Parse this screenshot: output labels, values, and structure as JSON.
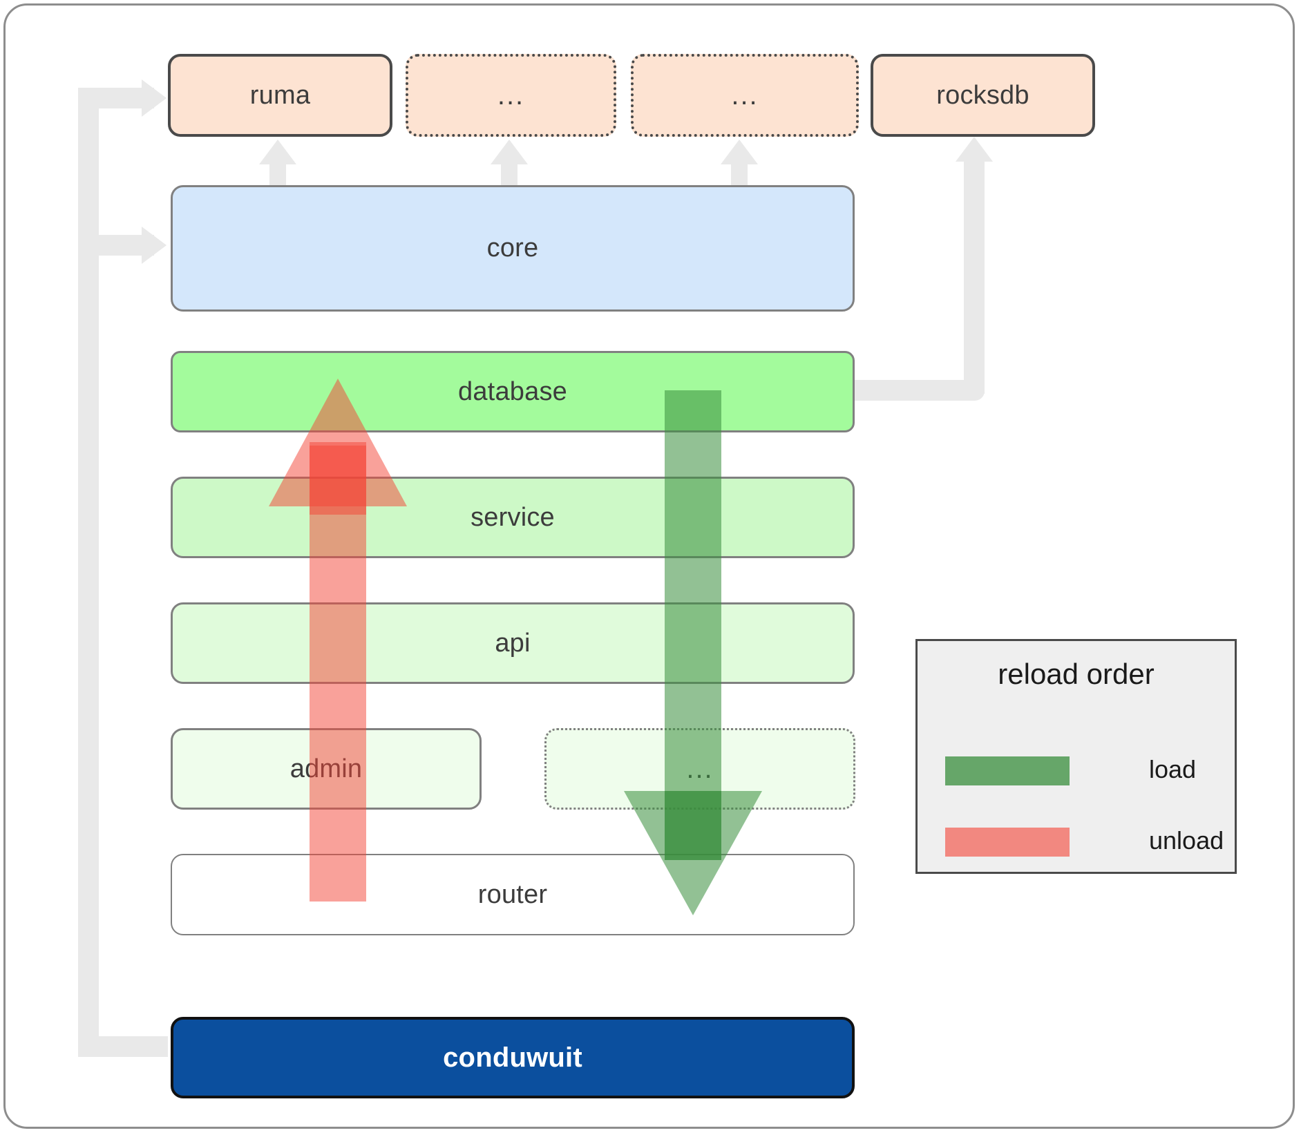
{
  "diagram": {
    "title": "conduwuit crate layer / reload order diagram",
    "colors": {
      "dependency_fill": "#fde3d2",
      "core_fill": "#d4e7fb",
      "database_fill": "#a3fb9c",
      "service_fill": "#cdf9c7",
      "api_fill": "#e0fbdb",
      "admin_fill": "#effdec",
      "router_fill": "#ffffff",
      "root_fill": "#0b4f9e",
      "connector_gray": "#e9e9e9",
      "load_green": "#388e3c",
      "unload_red": "#f44336",
      "legend_bg": "#efefef"
    },
    "dependencies": [
      {
        "id": "ruma",
        "label": "ruma",
        "style": "solid"
      },
      {
        "id": "dep2",
        "label": "...",
        "style": "dotted"
      },
      {
        "id": "dep3",
        "label": "...",
        "style": "dotted"
      },
      {
        "id": "rocksdb",
        "label": "rocksdb",
        "style": "solid"
      }
    ],
    "layers": [
      {
        "id": "core",
        "label": "core",
        "style": "solid"
      },
      {
        "id": "database",
        "label": "database",
        "style": "solid"
      },
      {
        "id": "service",
        "label": "service",
        "style": "solid"
      },
      {
        "id": "api",
        "label": "api",
        "style": "solid"
      },
      {
        "id": "admin",
        "label": "admin",
        "style": "solid"
      },
      {
        "id": "lowdots",
        "label": "...",
        "style": "dotted"
      },
      {
        "id": "router",
        "label": "router",
        "style": "solid"
      }
    ],
    "root": {
      "id": "conduwuit",
      "label": "conduwuit"
    },
    "legend": {
      "title": "reload order",
      "entries": [
        {
          "id": "load",
          "label": "load",
          "color": "#388e3c"
        },
        {
          "id": "unload",
          "label": "unload",
          "color": "#f44336"
        }
      ]
    },
    "flows": [
      {
        "id": "unload-arrow",
        "label": "unload",
        "direction": "up",
        "from": "router",
        "to": "database"
      },
      {
        "id": "load-arrow",
        "label": "load",
        "direction": "down",
        "from": "database",
        "to": "router"
      }
    ]
  }
}
